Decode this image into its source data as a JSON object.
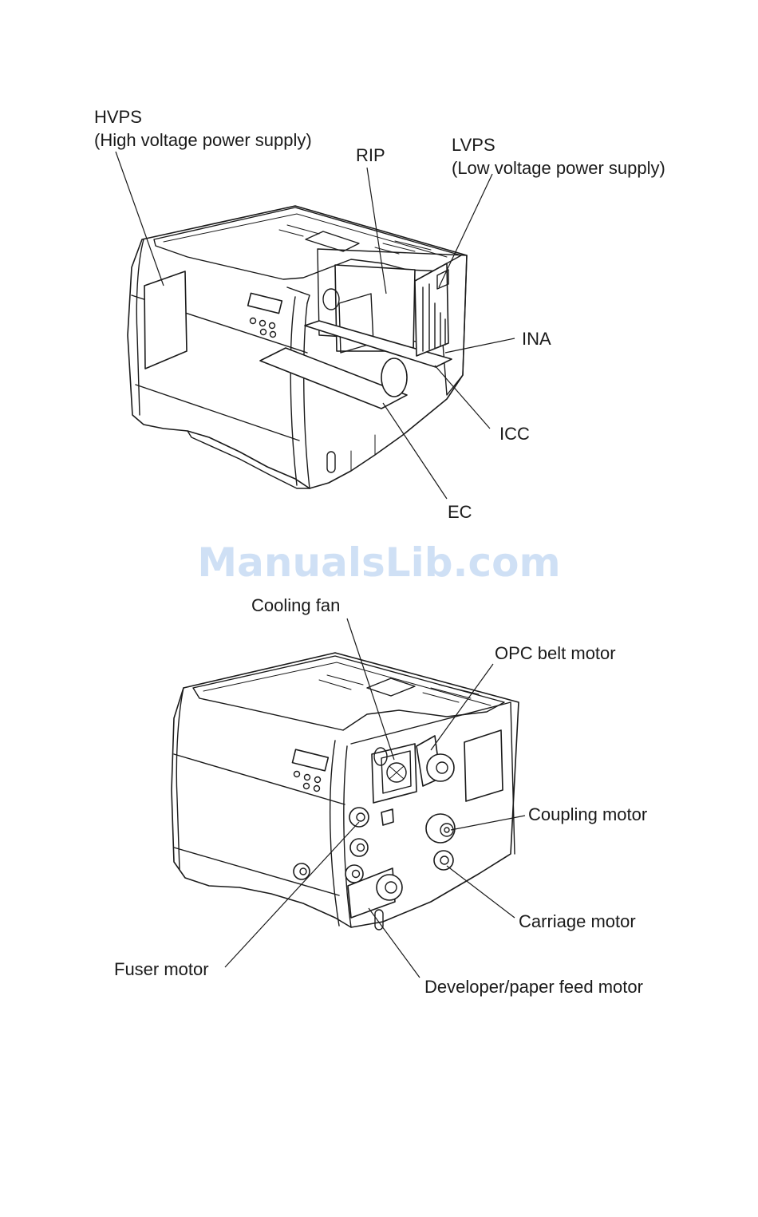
{
  "watermark": "ManualsLib.com",
  "figure1": {
    "labels": {
      "hvps": "HVPS",
      "hvps_desc": "(High voltage power supply)",
      "rip": "RIP",
      "lvps": "LVPS",
      "lvps_desc": "(Low voltage power supply)",
      "ina": "INA",
      "icc": "ICC",
      "ec": "EC"
    }
  },
  "figure2": {
    "labels": {
      "cooling_fan": "Cooling fan",
      "opc_belt_motor": "OPC belt motor",
      "coupling_motor": "Coupling motor",
      "carriage_motor": "Carriage motor",
      "fuser_motor": "Fuser motor",
      "developer_paper_feed_motor": "Developer/paper feed motor"
    }
  }
}
